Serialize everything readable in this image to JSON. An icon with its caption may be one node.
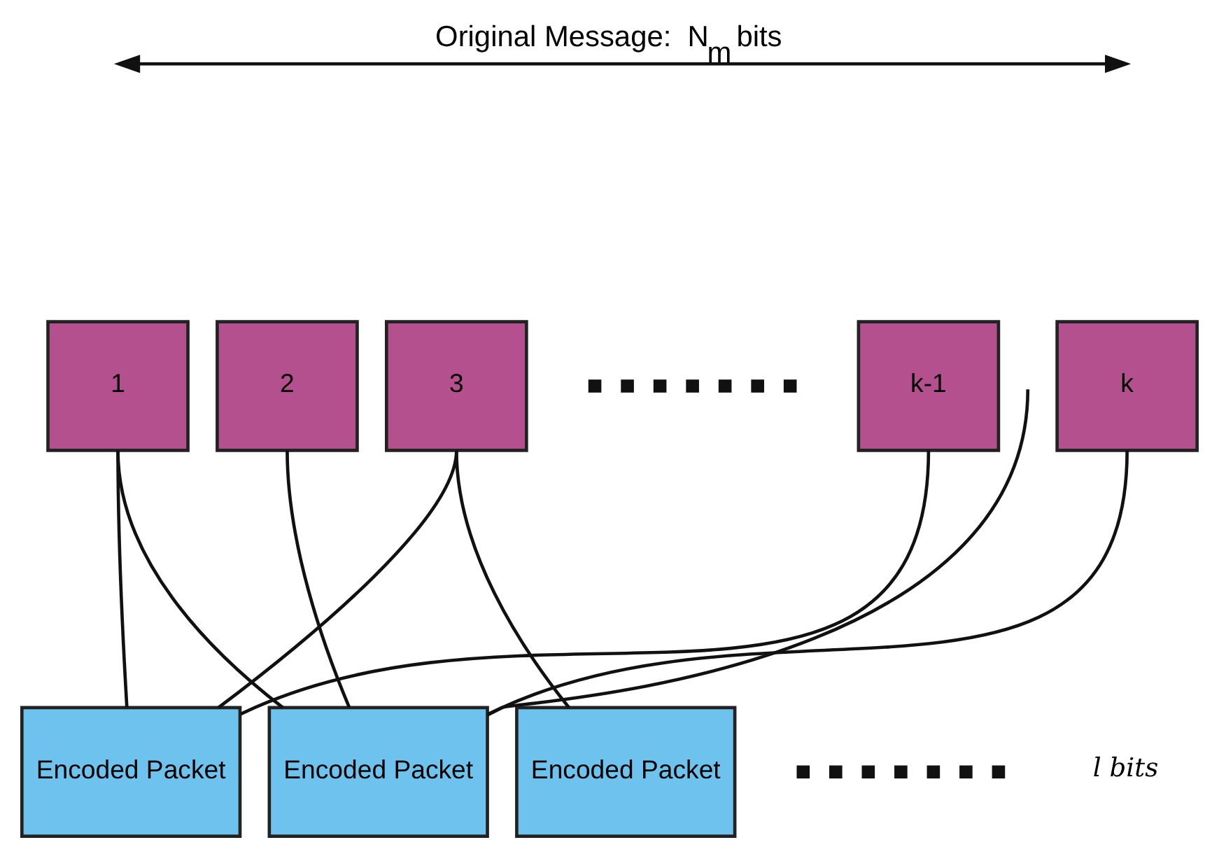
{
  "diagram": {
    "title": "Original Message:  N$_{m}$ bits",
    "nodes": [
      {
        "text": [
          "1"
        ]
      },
      {
        "text": [
          "2"
        ]
      },
      {
        "text": [
          "3"
        ]
      },
      {
        "text": [
          "k-1"
        ]
      },
      {
        "text": [
          "k"
        ]
      },
      {
        "text": [
          "Encoded Packet"
        ]
      },
      {
        "text": [
          "Encoded Packet"
        ]
      },
      {
        "text": [
          "Encoded Packet"
        ]
      }
    ],
    "edges": [
      {
        "from": 0,
        "to": 5,
        "arrow": "none"
      },
      {
        "from": 0,
        "to": 6,
        "arrow": "none"
      },
      {
        "from": 1,
        "to": 6,
        "arrow": "none"
      },
      {
        "from": 2,
        "to": 5,
        "arrow": "none"
      },
      {
        "from": 2,
        "to": 7,
        "arrow": "none"
      },
      {
        "from": null,
        "to": 6,
        "arrow": "none"
      },
      {
        "from": 3,
        "to": 5,
        "arrow": "none"
      },
      {
        "from": 4,
        "to": 6,
        "arrow": "none"
      }
    ],
    "labels": [
      "l bits"
    ]
  }
}
